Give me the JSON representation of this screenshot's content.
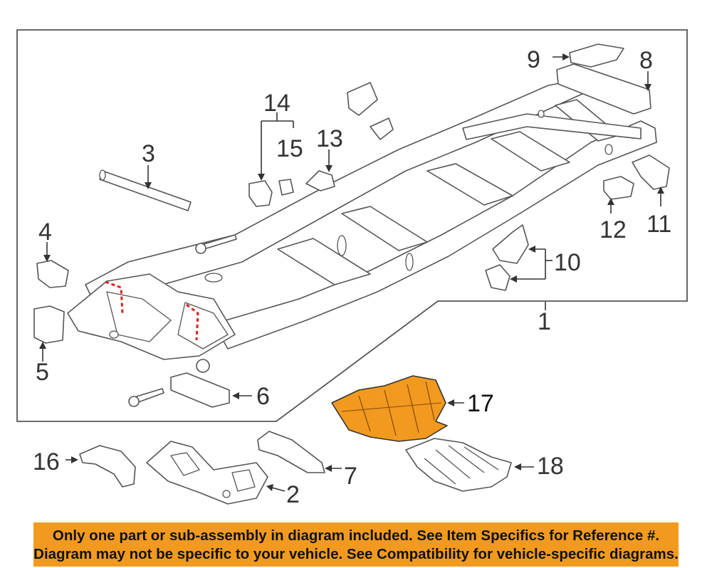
{
  "diagram": {
    "callouts": {
      "c1": "1",
      "c2": "2",
      "c3": "3",
      "c4": "4",
      "c5": "5",
      "c6": "6",
      "c7": "7",
      "c8": "8",
      "c9": "9",
      "c10": "10",
      "c11": "11",
      "c12": "12",
      "c13": "13",
      "c14": "14",
      "c15": "15",
      "c16": "16",
      "c17": "17",
      "c18": "18"
    },
    "highlight_color": "#f29a1f",
    "highlighted_part": "17"
  },
  "banner": {
    "line1": "Only one part or sub-assembly in diagram included. See Item Specifics for Reference #.",
    "line2": "Diagram may not be specific to your vehicle. See Compatibility for vehicle-specific diagrams.",
    "color": "#f29a1f"
  }
}
